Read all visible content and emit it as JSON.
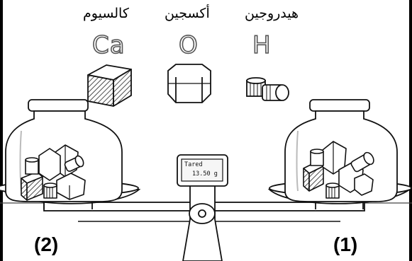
{
  "elements": [
    {
      "name": "هيدروجين",
      "symbol": "H"
    },
    {
      "name": "أكسجين",
      "symbol": "O"
    },
    {
      "name": "كالسيوم",
      "symbol": "Ca"
    }
  ],
  "scale": {
    "status": "Tared",
    "reading": "13.50 g"
  },
  "pans": {
    "right_label": "(1)",
    "left_label": "(2)"
  }
}
